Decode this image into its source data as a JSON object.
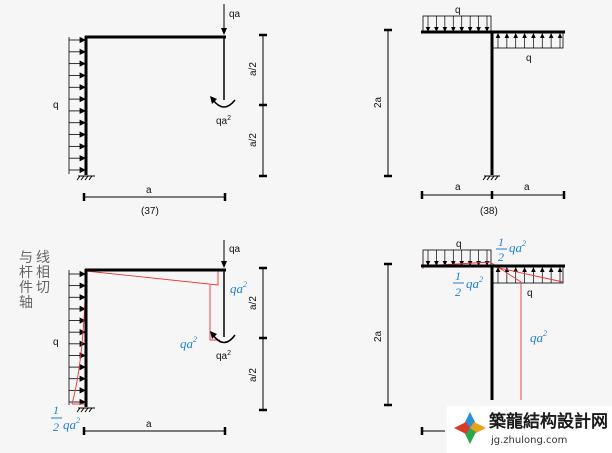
{
  "fig37": {
    "load_q": "q",
    "force": "qa",
    "moment": "qa",
    "moment_exp": "2",
    "dim_top": "a/2",
    "dim_bottom": "a/2",
    "dim_width": "a",
    "caption": "(37)"
  },
  "fig38": {
    "load_top": "q",
    "load_bottom": "q",
    "dim_height": "2a",
    "dim_left": "a",
    "dim_right": "a",
    "caption": "(38)"
  },
  "sol37": {
    "note": "与杆件轴线相切",
    "load_q": "q",
    "force": "qa",
    "moment": "qa",
    "moment_exp": "2",
    "right_value": "qa",
    "right_exp": "2",
    "mid_value": "qa",
    "mid_exp": "2",
    "base_num": "1",
    "base_den": "2",
    "base_value": "qa",
    "base_exp": "2",
    "dim_top": "a/2",
    "dim_bottom": "a/2",
    "dim_width": "a"
  },
  "sol38": {
    "load_top": "q",
    "load_bottom": "q",
    "top_num": "1",
    "top_den": "2",
    "top_value": "qa",
    "top_exp": "2",
    "left_num": "1",
    "left_den": "2",
    "left_value": "qa",
    "left_exp": "2",
    "col_value": "qa",
    "col_exp": "2",
    "dim_height": "2a"
  },
  "watermark": {
    "name": "築龍結构設計网",
    "url": "jg.zhulong.com"
  }
}
